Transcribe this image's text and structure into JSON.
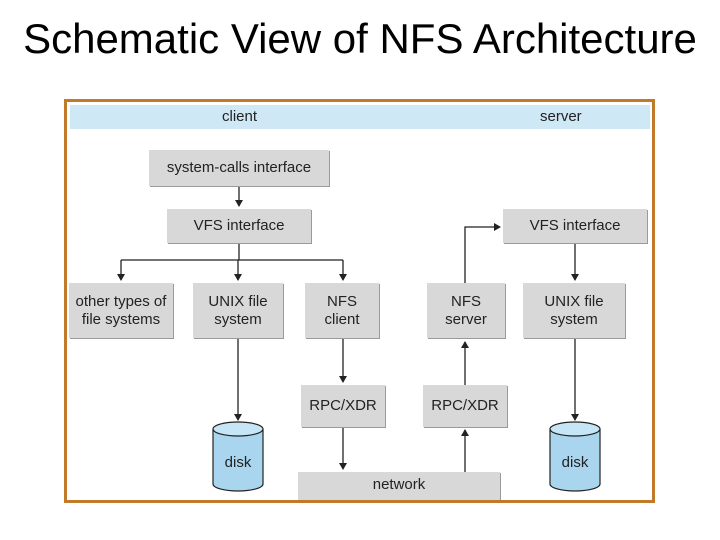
{
  "title": "Schematic View of NFS Architecture",
  "header": {
    "left": "client",
    "right": "server"
  },
  "nodes": {
    "syscall": "system-calls interface",
    "vfs_client": "VFS interface",
    "vfs_server": "VFS interface",
    "other_fs": "other types of\nfile systems",
    "unix_client": "UNIX file\nsystem",
    "nfs_client": "NFS\nclient",
    "nfs_server": "NFS\nserver",
    "unix_server": "UNIX file\nsystem",
    "rpc_client": "RPC/XDR",
    "rpc_server": "RPC/XDR",
    "disk_client": "disk",
    "disk_server": "disk",
    "network": "network"
  },
  "colors": {
    "frame": "#c07a2a",
    "header": "#cfe8f5",
    "box": "#d8d8d8",
    "disk": "#a9d6ee"
  }
}
